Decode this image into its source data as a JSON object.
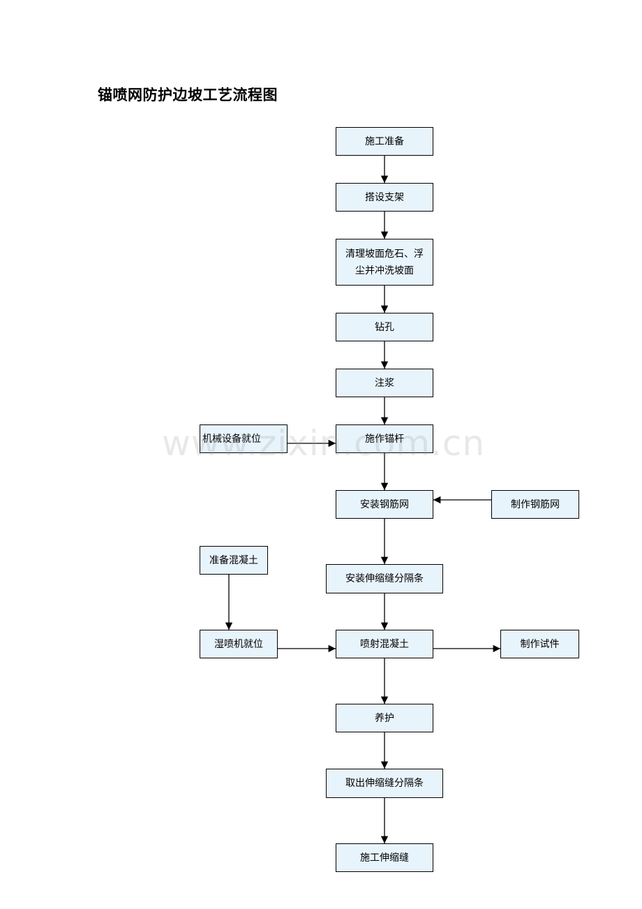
{
  "title": "锚喷网防护边坡工艺流程图",
  "watermark": "www.zixin.com.cn",
  "nodes": {
    "shigong_zhunbei": "施工准备",
    "dashe_zhijia": "搭设支架",
    "qingli_line1": "清理坡面危石、浮",
    "qingli_line2": "尘并冲洗坡面",
    "zuankong": "钻孔",
    "zhujiang": "注浆",
    "shizuo_maogan": "施作锚杆",
    "jixie_shebei": "机械设备就位",
    "anzhuang_gangjinwang": "安装钢筋网",
    "zhizuo_gangjinwang": "制作钢筋网",
    "anzhuang_fengetiao": "安装伸缩缝分隔条",
    "zhunbei_hunningtu": "准备混凝土",
    "shipenji_jiuwei": "湿喷机就位",
    "penshe_hunningtu": "喷射混凝土",
    "zhizuo_shijian": "制作试件",
    "yanghu": "养护",
    "quchu_fengetiao": "取出伸缩缝分隔条",
    "shigong_shensuofeng": "施工伸缩缝"
  },
  "colors": {
    "node_fill": "#e8f4fc",
    "border": "#000000"
  }
}
